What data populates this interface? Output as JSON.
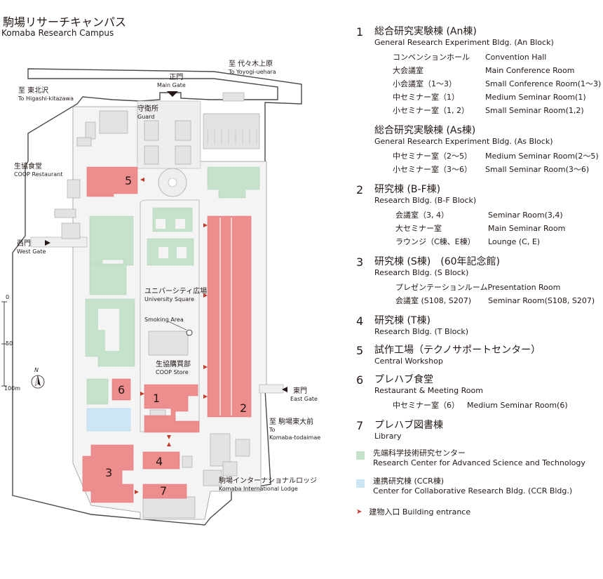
{
  "title": {
    "jp": "駒場リサーチキャンパス",
    "en": "Komaba Research Campus"
  },
  "map_labels": {
    "main_gate": {
      "jp": "正門",
      "en": "Main Gate"
    },
    "guard": {
      "jp": "守衛所",
      "en": "Guard"
    },
    "higashi": {
      "jp": "至 東北沢",
      "en": "To Higashi-kitazawa"
    },
    "yoyogi": {
      "jp": "至 代々木上原",
      "en": "To Yoyogi-uehara"
    },
    "coop_restaurant": {
      "jp": "生協食堂",
      "en": "COOP Restaurant"
    },
    "west_gate": {
      "jp": "西門",
      "en": "West Gate"
    },
    "univ_square": {
      "jp": "ユニバーシティ広場",
      "en": "University Square"
    },
    "smoking": {
      "jp": "Smoking Area"
    },
    "coop_store": {
      "jp": "生協購買部",
      "en": "COOP Store"
    },
    "east_gate": {
      "jp": "東門",
      "en": "East Gate"
    },
    "todaimae": {
      "jp": "至 駒場東大前",
      "en1": "To",
      "en2": "Komaba-todaimae"
    },
    "lodge": {
      "jp": "駒場インターナショナルロッジ",
      "en": "Komaba International Lodge"
    },
    "scale": {
      "s0": "0",
      "s50": "50",
      "s100": "100m"
    },
    "north": "N"
  },
  "building_numbers": [
    "1",
    "2",
    "3",
    "4",
    "5",
    "6",
    "7"
  ],
  "colors": {
    "building": "#ee8d8d",
    "rcast": "#c5e2cb",
    "ccr": "#cde6f5",
    "entrance": "#c0392b",
    "road": "#f0f0f0",
    "outline": "#3d3d3d"
  },
  "legend": {
    "buildings": [
      {
        "num": "1",
        "jp": "総合研究実験棟 (An棟)",
        "en": "General Research Experiment Bldg. (An Block)",
        "rooms": [
          {
            "jp": "コンベンションホール",
            "en": "Convention Hall"
          },
          {
            "jp": "大会議室",
            "en": "Main Conference Room"
          },
          {
            "jp": "小会議室（1〜3）",
            "en": "Small Conference Room(1〜3)"
          },
          {
            "jp": "中セミナー室（1）",
            "en": "Medium Seminar Room(1)"
          },
          {
            "jp": "小セミナー室（1, 2）",
            "en": "Small Seminar Room(1,2)"
          }
        ]
      },
      {
        "num": "",
        "jp": "総合研究実験棟 (As棟)",
        "en": "General Research Experiment Bldg. (As Block)",
        "rooms": [
          {
            "jp": "中セミナー室（2〜5）",
            "en": "Medium Seminar Room(2〜5)"
          },
          {
            "jp": "小セミナー室（3〜6）",
            "en": "Small Seminar Room(3〜6)"
          }
        ]
      },
      {
        "num": "2",
        "jp": "研究棟 (B-F棟)",
        "en": "Research Bldg. (B-F Block)",
        "rooms": [
          {
            "jp": "会議室（3, 4）",
            "en": "Seminar Room(3,4)"
          },
          {
            "jp": "大セミナー室",
            "en": "Main Seminar Room"
          },
          {
            "jp": "ラウンジ（C棟、E棟）",
            "en": "Lounge (C, E)"
          }
        ]
      },
      {
        "num": "3",
        "jp": "研究棟 (S棟)　(60年記念館)",
        "en": "Research Bldg. (S Block)",
        "rooms": [
          {
            "jp": "プレゼンテーションルーム",
            "en": "Presentation Room"
          },
          {
            "jp": "会議室 (S108, S207)",
            "en": "Seminar Room(S108, S207)"
          }
        ]
      },
      {
        "num": "4",
        "jp": "研究棟 (T棟)",
        "en": "Research Bldg. (T Block)",
        "rooms": []
      },
      {
        "num": "5",
        "jp": "試作工場（テクノサポートセンター）",
        "en": "Central Workshop",
        "rooms": []
      },
      {
        "num": "6",
        "jp": "プレハブ食堂",
        "en": "Restaurant & Meeting Room",
        "rooms": [
          {
            "jp": "中セミナー室（6）",
            "en": "Medium Seminar Room(6)"
          }
        ]
      },
      {
        "num": "7",
        "jp": "プレハブ図書棟",
        "en": "Library",
        "rooms": []
      }
    ],
    "keys": [
      {
        "jp": "先端科学技術研究センター",
        "en": "Research Center for Advanced Science and Technology"
      },
      {
        "jp": "連携研究棟 (CCR棟)",
        "en": "Center for Collaborative Research Bldg. (CCR Bldg.)"
      }
    ],
    "entrance": "建物入口 Building entrance"
  }
}
